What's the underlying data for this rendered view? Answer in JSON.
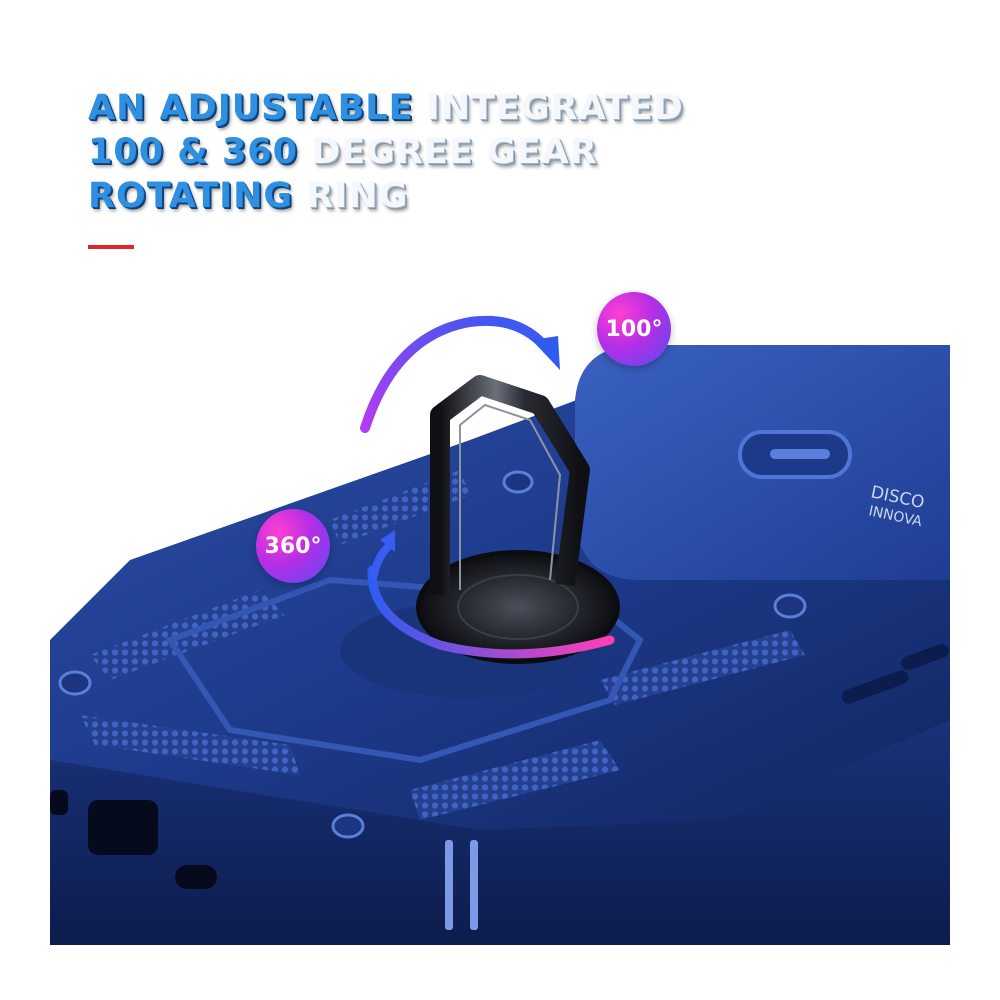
{
  "headline": {
    "line1": {
      "strong": "AN ADJUSTABLE",
      "light": " INTEGRATED"
    },
    "line2": {
      "strong": "100 & 360",
      "light": " DEGREE GEAR"
    },
    "line3": {
      "strong": "ROTATING",
      "light": " RING"
    }
  },
  "badges": {
    "tilt": "100°",
    "rotate": "360°"
  },
  "case_print": {
    "line1": "DISCO",
    "line2": "INNOVA"
  },
  "colors": {
    "accent_blue": "#2f8fe0",
    "rule_red": "#e02525",
    "case_blue": "#1d3a8a",
    "ring_black": "#1a1c22",
    "badge_gradient": [
      "#ff3fd2",
      "#5a4cf2"
    ]
  }
}
